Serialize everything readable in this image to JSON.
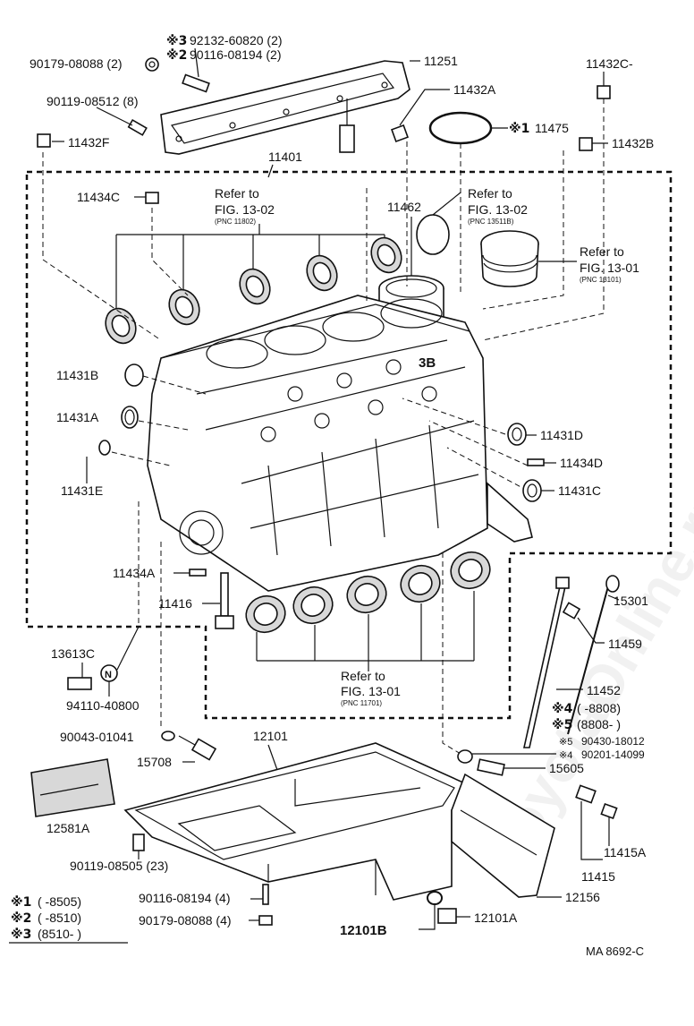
{
  "diagram": {
    "figure_code": "MA 8692-C",
    "watermark": "ToyotaOnline.ru",
    "labels": {
      "n_11251": "11251",
      "n_11401": "11401",
      "n_11432c": "11432C-",
      "n_11432a": "11432A",
      "n_11432b": "11432B",
      "n_11432f": "11432F",
      "n_11475": "11475",
      "n_90179_08088_2": "90179-08088 (2)",
      "n_92132": "92132-60820 (2)",
      "n_90116_2": "90116-08194 (2)",
      "n_90119_08512": "90119-08512 (8)",
      "n_11434c": "11434C",
      "n_11462": "11462",
      "n_11431b": "11431B",
      "n_11431a": "11431A",
      "n_11431e": "11431E",
      "n_11431d": "11431D",
      "n_11434d": "11434D",
      "n_11431c": "11431C",
      "n_11434a": "11434A",
      "n_11416": "11416",
      "n_13613c": "13613C",
      "n_94110": "94110-40800",
      "n_15301": "15301",
      "n_11459": "11459",
      "n_11452": "11452",
      "n_90043": "90043-01041",
      "n_12101": "12101",
      "n_15708": "15708",
      "n_90430": "90430-18012",
      "n_90201": "90201-14099",
      "n_15605": "15605",
      "n_12581a": "12581A",
      "n_90119_08505": "90119-08505 (23)",
      "n_11415a": "11415A",
      "n_11415": "11415",
      "n_90116_4": "90116-08194 (4)",
      "n_90179_4": "90179-08088 (4)",
      "n_12156": "12156",
      "n_12101b": "12101B",
      "n_12101a": "12101A",
      "n_4_range": "(      -8808)",
      "n_5_range": "(8808-      )"
    },
    "refer_blocks": [
      {
        "line1": "Refer to",
        "line2": "FIG. 13-02",
        "pnc": "(PNC 11802)"
      },
      {
        "line1": "Refer to",
        "line2": "FIG. 13-02",
        "pnc": "(PNC 13511B)"
      },
      {
        "line1": "Refer to",
        "line2": "FIG. 13-01",
        "pnc": "(PNC 13101)"
      },
      {
        "line1": "Refer to",
        "line2": "FIG. 13-01",
        "pnc": "(PNC 11701)"
      }
    ],
    "legend": [
      {
        "mark": "※1",
        "range": "(      -8505)"
      },
      {
        "mark": "※2",
        "range": "(      -8510)"
      },
      {
        "mark": "※3",
        "range": "(8510-      )"
      }
    ],
    "marks": {
      "m1": "※",
      "m2": "※",
      "m3": "※",
      "m4": "※",
      "m5": "※",
      "n3": "3",
      "n2": "2",
      "n1": "1",
      "n4": "4",
      "n5": "5",
      "n5s": "※5",
      "n4s": "※4"
    }
  }
}
